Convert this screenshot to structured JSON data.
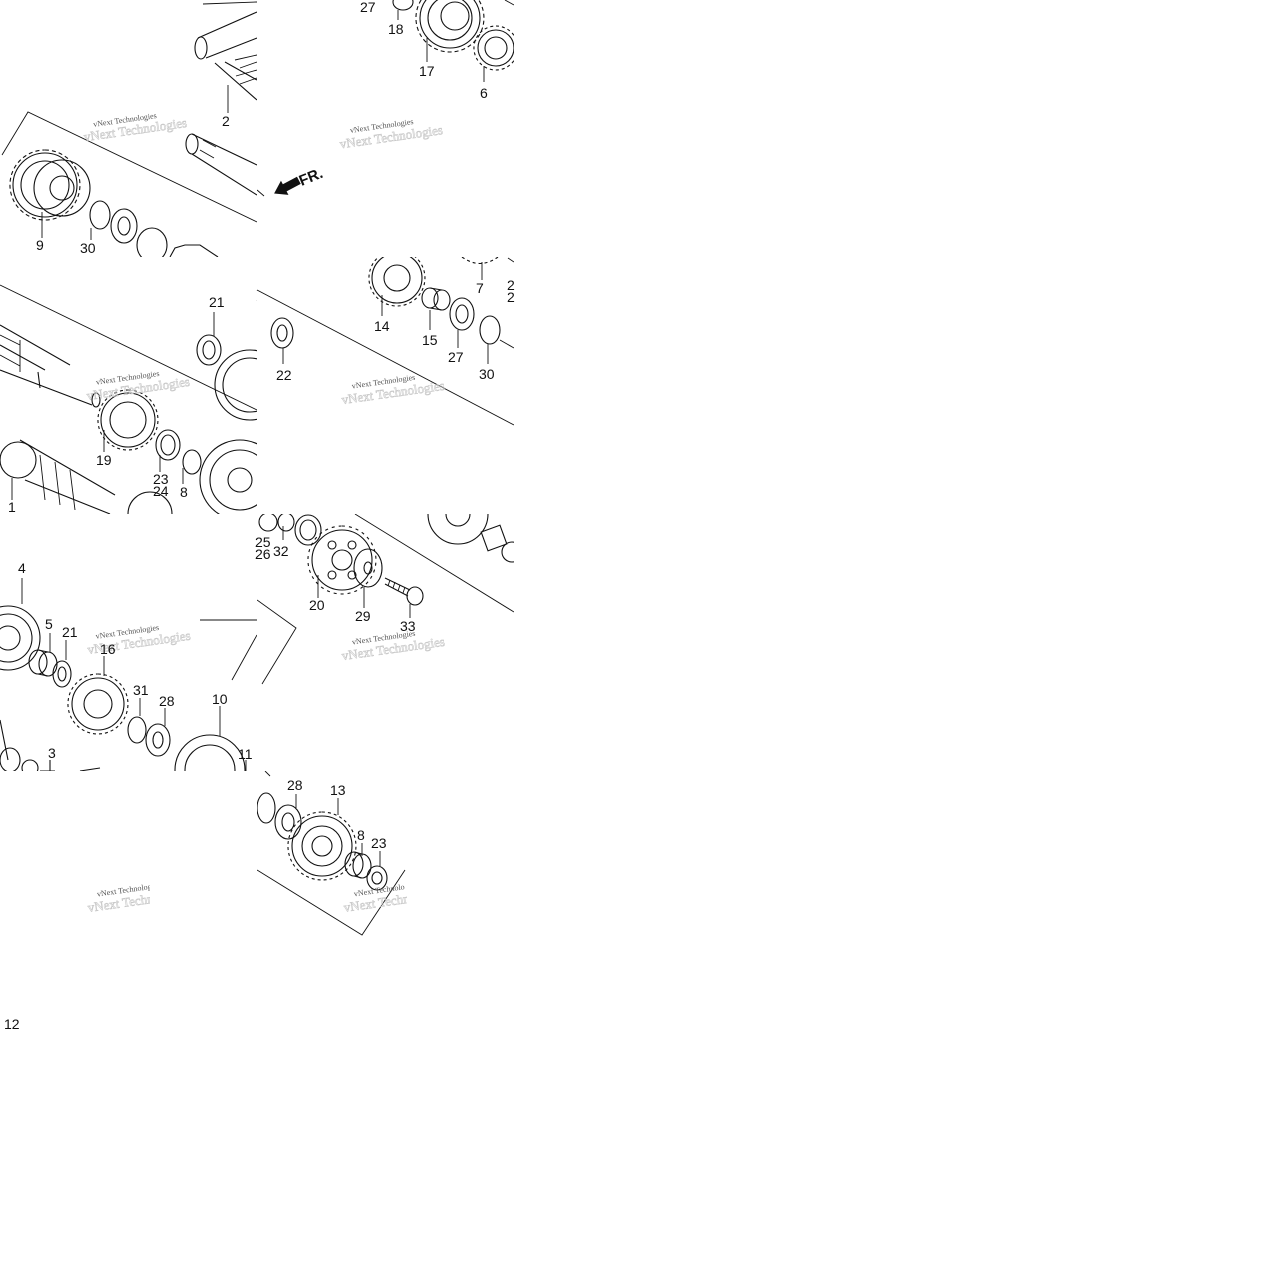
{
  "diagram": {
    "watermark_text": "vNext Technologies",
    "watermark_cut": "vNext Technolo",
    "direction_label": "FR.",
    "callouts": {
      "c1": "1",
      "c2": "2",
      "c3": "3",
      "c4": "4",
      "c5": "5",
      "c6": "6",
      "c7": "7",
      "c8a": "8",
      "c8b": "8",
      "c9": "9",
      "c10": "10",
      "c11": "11",
      "c12": "12",
      "c13": "13",
      "c14": "14",
      "c15": "15",
      "c16": "16",
      "c17": "17",
      "c18": "18",
      "c19": "19",
      "c20": "20",
      "c21a": "21",
      "c21b": "21",
      "c22": "22",
      "c23a": "23",
      "c23b": "23",
      "c24": "24",
      "c25": "25",
      "c26": "26",
      "c27a": "27",
      "c27b": "27",
      "c28a": "28",
      "c28b": "28",
      "c29": "29",
      "c30a": "30",
      "c30b": "30",
      "c31": "31",
      "c32": "32",
      "c33": "33",
      "c2cut": "2",
      "c2cut2": "2"
    }
  }
}
